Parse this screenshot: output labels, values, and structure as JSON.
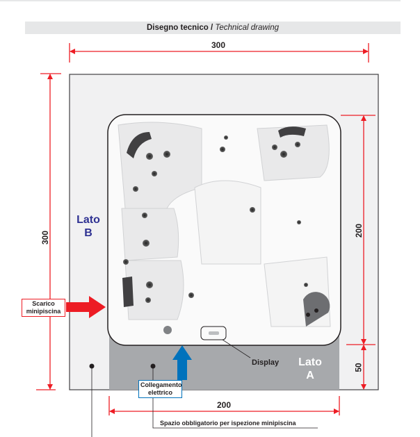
{
  "header": {
    "title_it": "Disegno tecnico",
    "separator": "/",
    "title_en": "Technical drawing"
  },
  "dimensions": {
    "top_width": "300",
    "left_height": "300",
    "right_spa_depth": "200",
    "right_service_depth": "50",
    "bottom_width": "200"
  },
  "labels": {
    "lato_b": "Lato",
    "lato_b_letter": "B",
    "lato_a": "Lato",
    "lato_a_letter": "A",
    "scarico_1": "Scarico",
    "scarico_2": "minipiscina",
    "collegamento_1": "Collegamento",
    "collegamento_2": "elettrico",
    "display": "Display",
    "spazio": "Spazio obbligatorio per ispezione minipiscina"
  },
  "colors": {
    "dimension": "#ed1c24",
    "electric": "#0072bc",
    "lato_b": "#2e3192",
    "service_area": "#a7a9ac",
    "border_area": "#f1f1f2"
  }
}
